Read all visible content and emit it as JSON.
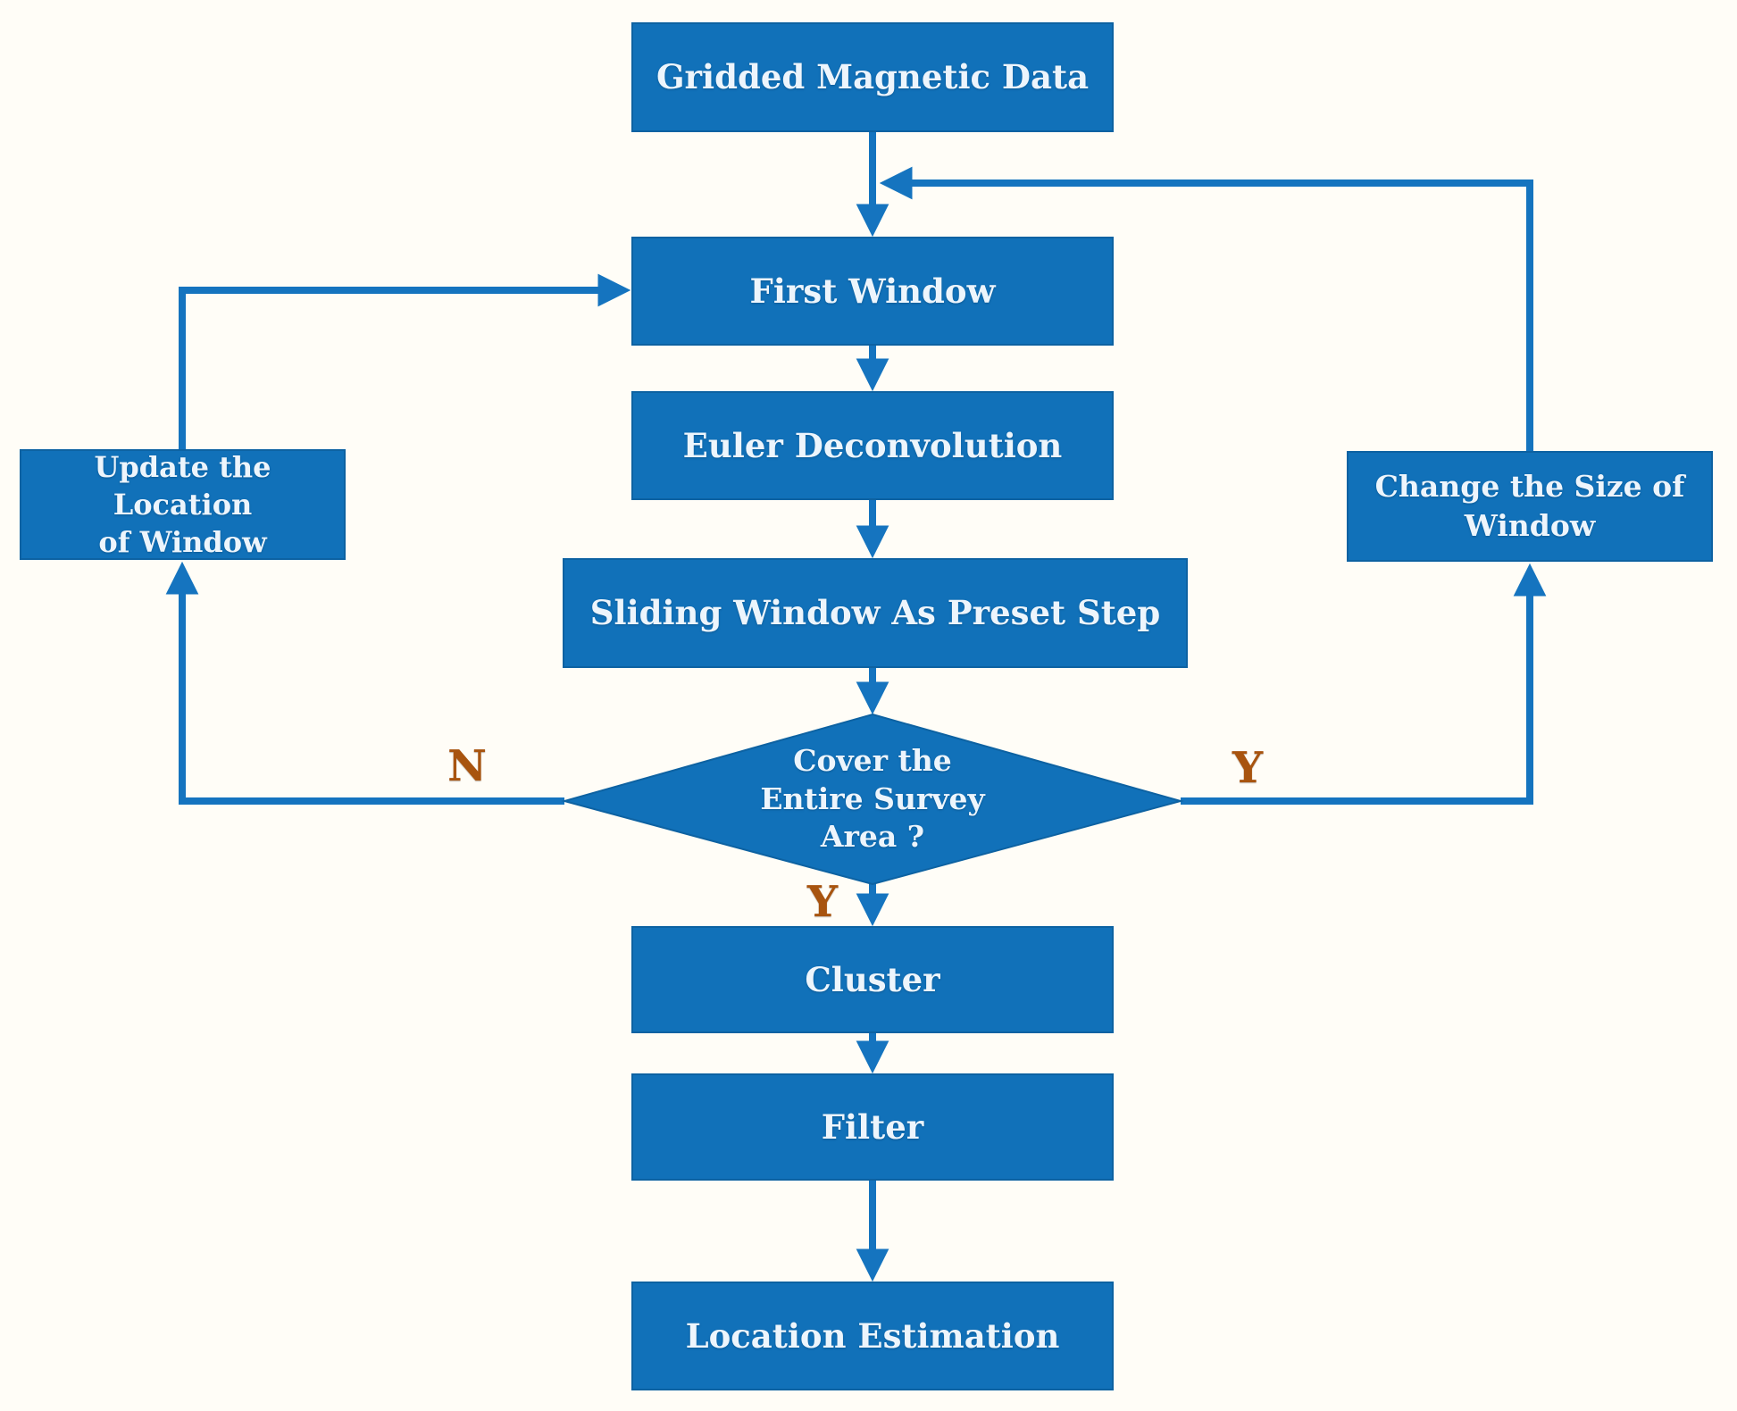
{
  "nodes": {
    "gridded": {
      "label": "Gridded Magnetic Data"
    },
    "first": {
      "label": "First Window"
    },
    "euler": {
      "label": "Euler Deconvolution"
    },
    "sliding": {
      "label": "Sliding Window As Preset Step"
    },
    "decision": {
      "label": "Cover the\nEntire Survey\nArea ?"
    },
    "cluster": {
      "label": "Cluster"
    },
    "filter": {
      "label": "Filter"
    },
    "location": {
      "label": "Location Estimation"
    },
    "update": {
      "label": "Update the Location\nof Window"
    },
    "change": {
      "label": "Change the Size of\nWindow"
    }
  },
  "edge_labels": {
    "no": "N",
    "yes_right": "Y",
    "yes_down": "Y"
  },
  "colors": {
    "box_blue": "#1171b9",
    "box_border": "#0d62a2",
    "arrow_blue": "#1574bf",
    "label_orange": "#a8540f",
    "text_light": "#edf5fc",
    "background": "#fffdf7"
  }
}
